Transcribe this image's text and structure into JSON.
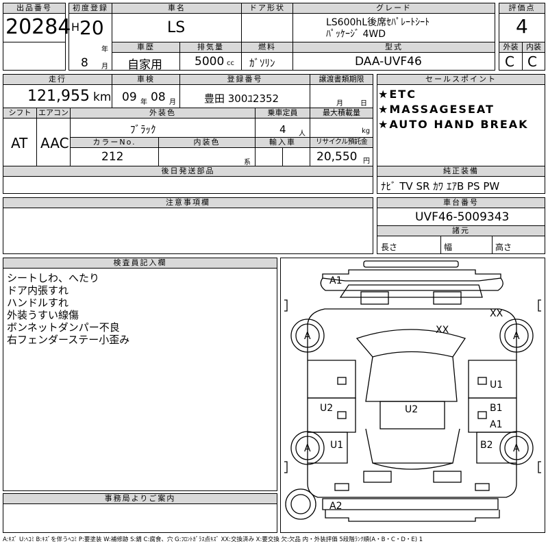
{
  "headers": {
    "lot_no": "出品番号",
    "first_reg": "初度登録",
    "car_name": "車名",
    "door": "ドア形状",
    "grade": "グレード",
    "score": "評価点",
    "history": "車歴",
    "displacement": "排気量",
    "fuel": "燃料",
    "model": "型式",
    "exterior": "外装",
    "interior": "内装",
    "mileage": "走行",
    "inspection": "車検",
    "reg_no": "登録番号",
    "transfer_due": "譲渡書類期限",
    "sales_points": "セールスポイント",
    "shift": "シフト",
    "aircon": "エアコン",
    "ext_color": "外装色",
    "capacity": "乗車定員",
    "max_load": "最大積載量",
    "color_no": "カラーNo.",
    "int_color": "内装色",
    "import": "輸入車",
    "recycle": "リサイクル預託金",
    "later_parts": "後日発送部品",
    "genuine_equip": "純正装備",
    "notes": "注意事項欄",
    "chassis_no": "車台番号",
    "dimensions": "諸元",
    "inspector_notes": "検査員記入欄",
    "office_info": "事務局よりご案内"
  },
  "vehicle": {
    "lot_no": "20284",
    "era": "H",
    "year": "20",
    "year_unit": "年",
    "month": "8",
    "month_unit": "月",
    "car_name": "LS",
    "door": "",
    "grade_line1": "LS600hL後席ｾﾊﾟﾚｰﾄｼｰﾄ",
    "grade_line2": "ﾊﾟｯｹｰｼﾞ 4WD",
    "score": "4",
    "history": "自家用",
    "displacement": "5000",
    "displacement_unit": "cc",
    "fuel": "ｶﾞｿﾘﾝ",
    "model": "DAA-UVF46",
    "exterior_grade": "C",
    "interior_grade": "C",
    "mileage": "121,955",
    "mileage_unit": "km",
    "inspection_year": "09",
    "inspection_year_unit": "年",
    "inspection_month": "08",
    "inspection_month_unit": "月",
    "reg_no": "豊田 300ﾕ2352",
    "transfer_month_unit": "月",
    "transfer_day_unit": "日",
    "shift": "AT",
    "aircon": "AAC",
    "ext_color": "ﾌﾞﾗｯｸ",
    "capacity": "4",
    "capacity_unit": "人",
    "load_unit": "kg",
    "color_no": "212",
    "int_color_unit": "系",
    "recycle": "20,550",
    "recycle_unit": "円",
    "chassis_no": "UVF46-5009343",
    "length_label": "長さ",
    "width_label": "幅",
    "height_label": "高さ"
  },
  "sales_points": [
    "★ETC",
    "★MASSAGESEAT",
    "★AUTO HAND BREAK"
  ],
  "genuine_equipment": "ﾅﾋﾞ TV SR ｶﾜ ｴｱB PS PW",
  "inspector_notes": [
    "シートしわ、へたり",
    "ドア内張すれ",
    "ハンドルすれ",
    "外装うすい線傷",
    "ボンネットダンパー不良",
    "右フェンダーステー小歪み"
  ],
  "diagram_marks": {
    "front_bumper": "A1",
    "rear_bumper": "A2",
    "roof": "U2",
    "right_front_fender": "XX",
    "bonnet": "XX",
    "left_front_door": "U2",
    "left_rear_door": "U1",
    "right_front_door_1": "U1",
    "right_front_door_2": "B1",
    "right_front_door_3": "A1",
    "right_rear_door": "B2",
    "wheel_fl": "A",
    "wheel_fr": "A",
    "wheel_rl": "A",
    "wheel_rr": "A"
  },
  "legend": "A:ｷｽﾞ U:ﾍｺﾐ B:ｷｽﾞを伴うﾍｺﾐ P:要塗装 W:補修跡 S:錆 C:腐食、穴 G:ﾌﾛﾝﾄｶﾞﾗｽ点ｷｽﾞ XX:交換済み X:要交換 欠:欠品 内・外装評価 5段階ﾗﾝｸ順(A・B・C・D・E) 1"
}
